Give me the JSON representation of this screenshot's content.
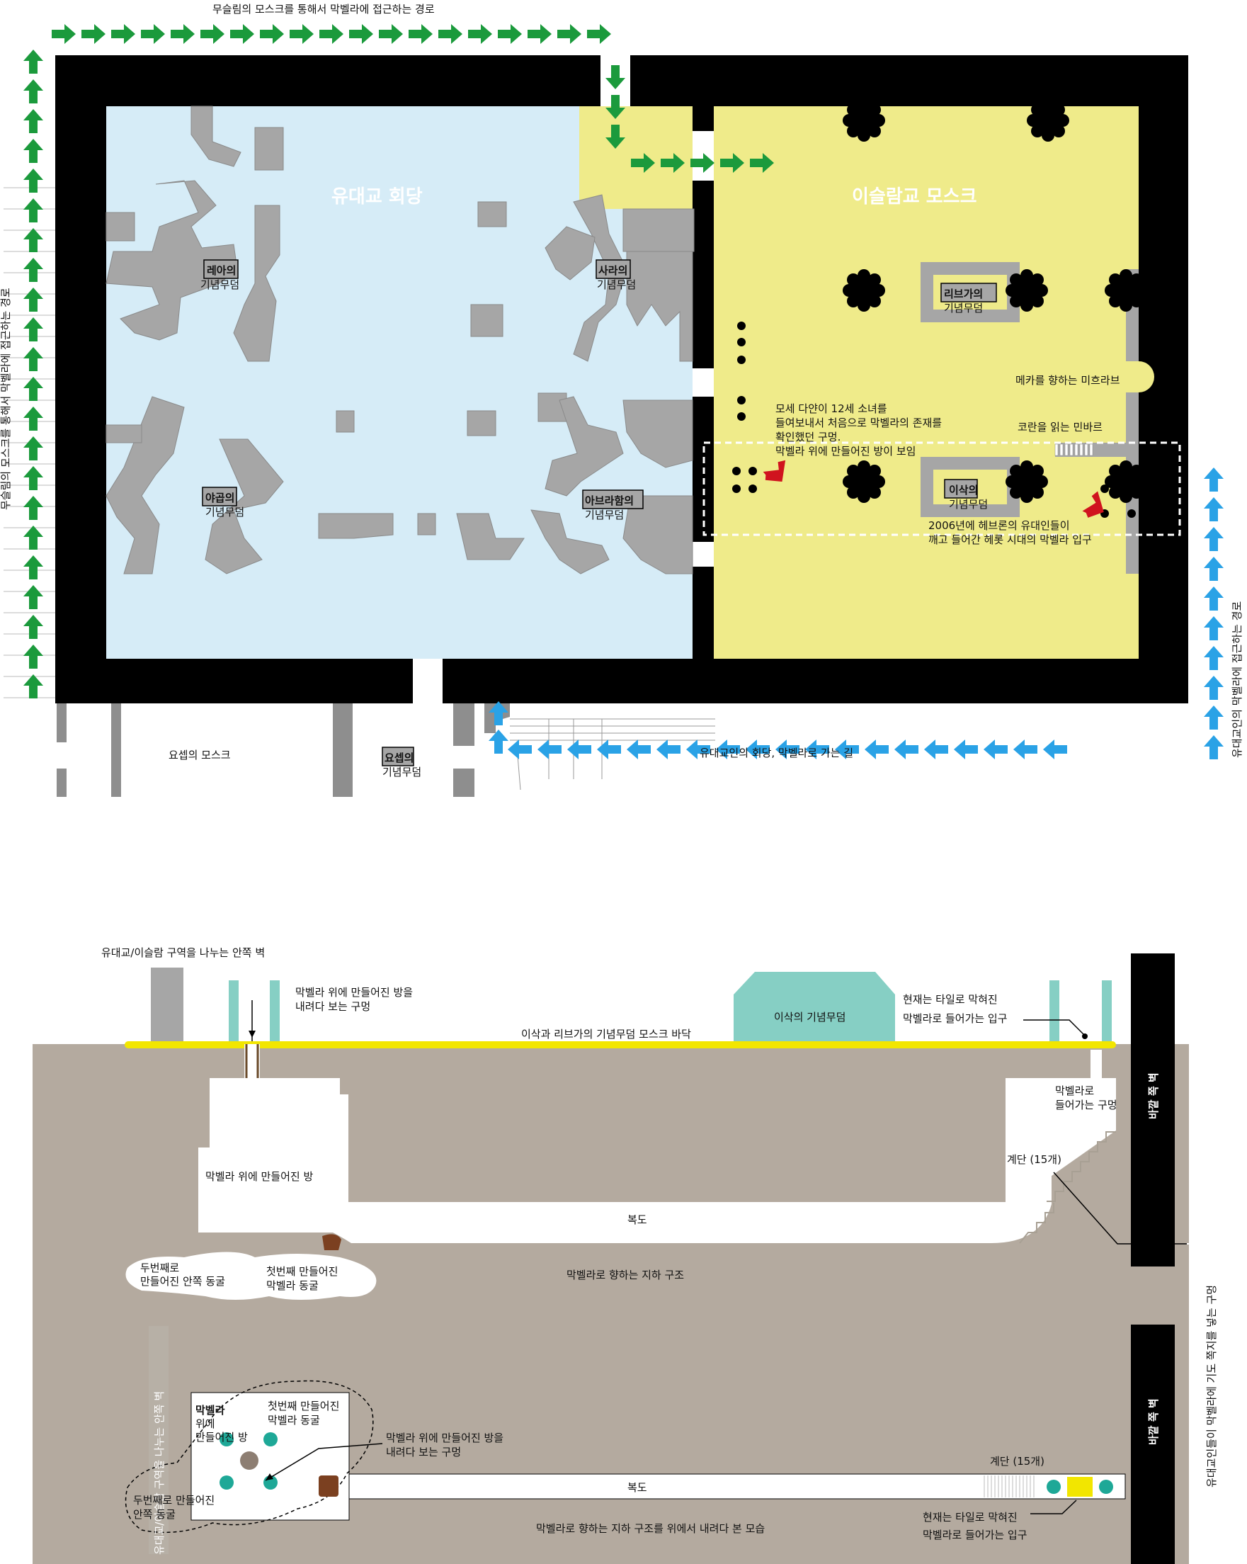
{
  "plan": {
    "muslim_route": "무슬림의 모스크를 통해서 막벨라에 접근하는 경로",
    "muslim_route_side": "무슬림의 모스크를 통해서 막벨라에 접근하는 경로",
    "jewish_route": "유대교인의 회당, 막벨라로 가는 길",
    "jewish_route_side": "유대교인의 막벨라에 접근하는 경로",
    "synagogue": "유대교 회당",
    "mosque": "이슬람교 모스크",
    "leah": "레아의",
    "leah_sub": "기념무덤",
    "sarah": "사라의",
    "sarah_sub": "기념무덤",
    "jacob": "야곱의",
    "jacob_sub": "기념무덤",
    "abraham": "아브라함의",
    "abraham_sub": "기념무덤",
    "rebecca": "리브가의",
    "rebecca_sub": "기념무덤",
    "isaac": "이삭의",
    "isaac_sub": "기념무덤",
    "joseph_mosque": "요셉의 모스크",
    "joseph_tomb": "요셉의",
    "joseph_tomb_sub": "기념무덤",
    "mihrab": "메카를 향하는 미흐라브",
    "minbar": "코란을 읽는 민바르",
    "dayan_1": "모세 다얀이 12세 소녀를",
    "dayan_2": "들여보내서 처음으로 막벨라의 존재를",
    "dayan_3": "확인했던 구멍.",
    "dayan_4": "막벨라 위에 만들어진 방이 보임",
    "e2006_1": "2006년에 헤브론의 유대인들이",
    "e2006_2": "깨고 들어간 헤롯 시대의 막벨라 입구"
  },
  "section": {
    "inner_wall": "유대교/이슬람 구역을 나누는 안쪽 벽",
    "look_hole_1": "막벨라 위에 만들어진 방을",
    "look_hole_2": "내려다 보는 구멍",
    "floor": "이삭과 리브가의 기념무덤 모스크 바닥",
    "isaac_tomb": "이삭의 기념무덤",
    "tiled_1": "현재는 타일로 막혀진",
    "tiled_2": "막벨라로 들어가는 입구",
    "entrance_1": "막벨라로",
    "entrance_2": "들어가는 구멍",
    "stairs": "계단 (15개)",
    "corridor": "복도",
    "room": "막벨라 위에 만들어진 방",
    "second_cave_1": "두번째로",
    "second_cave_2": "만들어진 안쪽 동굴",
    "first_cave_1": "첫번째 만들어진",
    "first_cave_2": "막벨라 동굴",
    "underground": "막벨라로 향하는 지하 구조",
    "outer_wall": "바깥 쪽 벽",
    "prayer_hole": "유대교인들이 막벨라에 기도 쪽지를 넣는 구멍"
  },
  "topview": {
    "outer_wall": "바깥 쪽 벽",
    "inner_wall": "유대교/이슬람 구역을 나누는 안쪽 벽",
    "room_1": "막벨라",
    "room_2": "위에",
    "room_3": "만들어진 방",
    "first_cave_1": "첫번째 만들어진",
    "first_cave_2": "막벨라 동굴",
    "look_hole_1": "막벨라 위에 만들어진 방을",
    "look_hole_2": "내려다 보는 구멍",
    "second_cave_1": "두번째로 만들어진",
    "second_cave_2": "안쪽 동굴",
    "stairs": "계단 (15개)",
    "corridor": "복도",
    "tiled_1": "현재는 타일로 막혀진",
    "tiled_2": "막벨라로 들어가는 입구",
    "title": "막벨라로 향하는 지하 구조를 위에서 내려다 본 모습"
  },
  "colors": {
    "synagogue": "#d6ecf7",
    "mosque": "#efeb8a",
    "wall": "#000000",
    "tomb": "#a6a6a6",
    "green_arrow": "#1b9a3c",
    "blue_arrow": "#2aa2e6",
    "red_arrow": "#d0131e",
    "ground": "#b4aa9f",
    "teal": "#86cfc4",
    "yellow": "#f2e600"
  }
}
